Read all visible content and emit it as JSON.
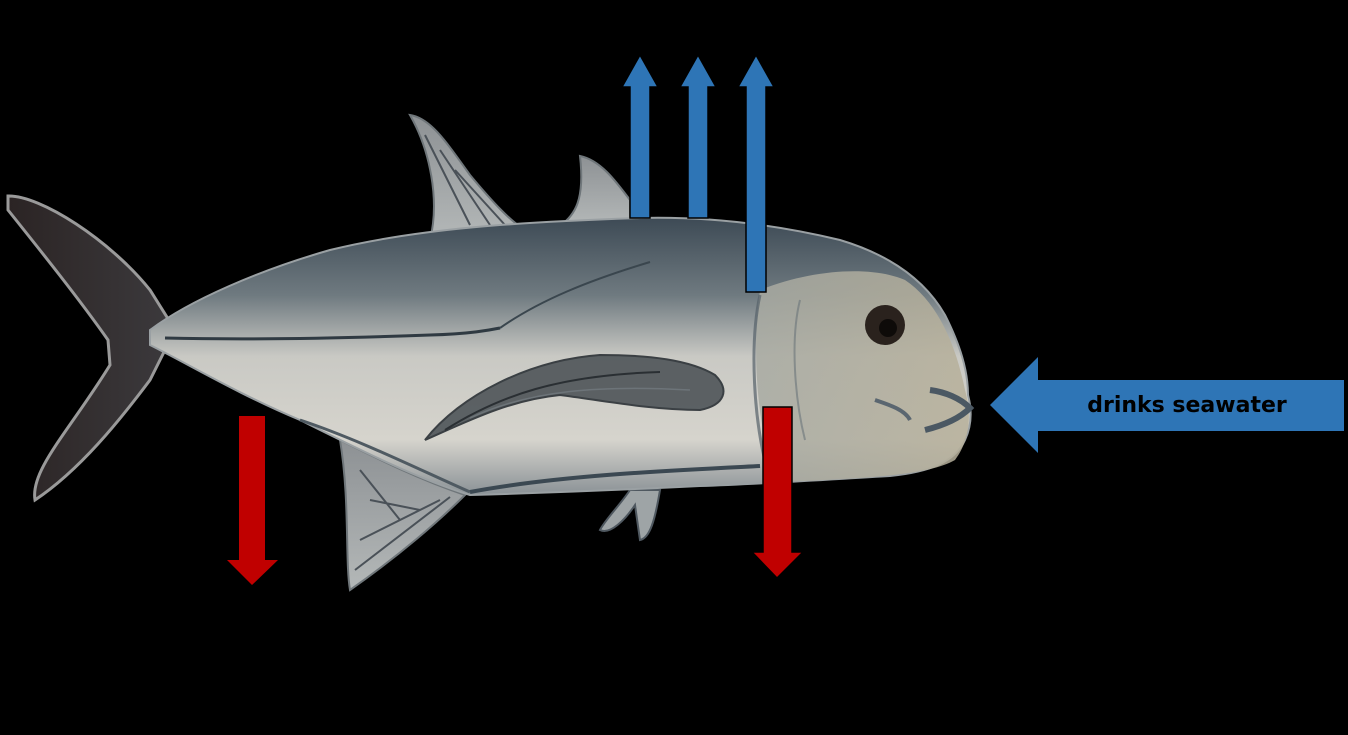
{
  "diagram": {
    "subject": "fish",
    "background_color": "#000000",
    "labels": {
      "intake_arrow": "drinks seawater"
    },
    "colors": {
      "intake_arrow": "#2E75B6",
      "outflow_up_arrows": "#2E75B6",
      "outflow_down_arrows": "#C00000"
    },
    "arrows": [
      {
        "id": "intake",
        "direction": "left",
        "color": "blue",
        "label": "drinks seawater"
      },
      {
        "id": "up-1",
        "direction": "up",
        "color": "blue"
      },
      {
        "id": "up-2",
        "direction": "up",
        "color": "blue"
      },
      {
        "id": "up-3",
        "direction": "up",
        "color": "blue"
      },
      {
        "id": "down-1",
        "direction": "down",
        "color": "red"
      },
      {
        "id": "down-2",
        "direction": "down",
        "color": "red"
      }
    ]
  }
}
